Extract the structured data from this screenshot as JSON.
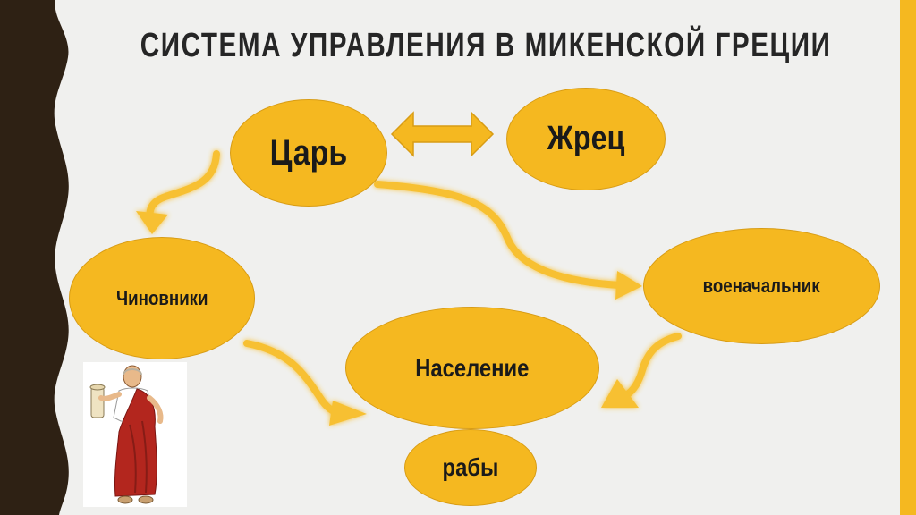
{
  "slide": {
    "title": "СИСТЕМА УПРАВЛЕНИЯ В МИКЕНСКОЙ ГРЕЦИИ",
    "accent_color": "#f5b820",
    "border_color": "#2e2114"
  },
  "nodes": {
    "tsar": "Царь",
    "zhrets": "Жрец",
    "chinovniki": "Чиновники",
    "voenachalnik": "военачальник",
    "naselenie": "Население",
    "raby": "рабы"
  },
  "figure": {
    "icon": "greek-citizen-illustration"
  }
}
